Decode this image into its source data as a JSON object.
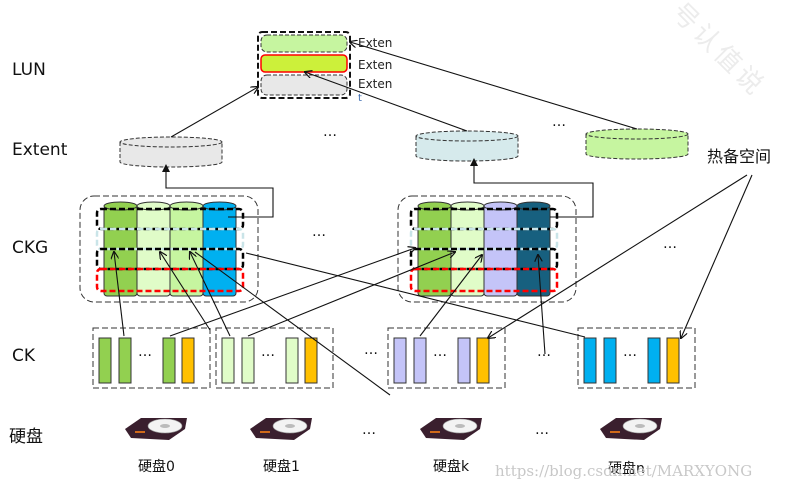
{
  "rows": {
    "lun": "LUN",
    "extent": "Extent",
    "ckg": "CKG",
    "ck": "CK",
    "disk": "硬盘"
  },
  "lun_extents": [
    "Exten",
    "Exten",
    "Exten"
  ],
  "lun_extent_wrap": "t",
  "hot_spare_label": "热备空间",
  "ellipsis": "…",
  "colors": {
    "lun_top": "#c6f5a0",
    "lun_mid": "#ccf03a",
    "lun_bottom": "#e8e8e8",
    "extent_left": "#e8e8e8",
    "extent_mid": "#d6eaec",
    "extent_spare": "#c6f5a0",
    "ckg1": [
      "#92d050",
      "#e0fcc8",
      "#c6f5a0",
      "#00b0f0"
    ],
    "ckg2": [
      "#92d050",
      "#e0fcc8",
      "#c4c4f8",
      "#17607f"
    ],
    "ck_groups": [
      [
        "#92d050",
        "#92d050",
        "#92d050",
        "#ffc000"
      ],
      [
        "#e0fcc8",
        "#e0fcc8",
        "#e0fcc8",
        "#ffc000"
      ],
      [
        "#c4c4f8",
        "#c4c4f8",
        "#c4c4f8",
        "#ffc000"
      ],
      [
        "#00b0f0",
        "#00b0f0",
        "#00b0f0",
        "#ffc000"
      ]
    ],
    "stripe_red": "#ff0000",
    "stripe_light": "#c9e4e8"
  },
  "disks": [
    "硬盘0",
    "硬盘1",
    "硬盘k",
    "硬盘n"
  ],
  "watermark": "https://blog.csdn.net/MARXYONG",
  "watermark_diag": "号认值说"
}
